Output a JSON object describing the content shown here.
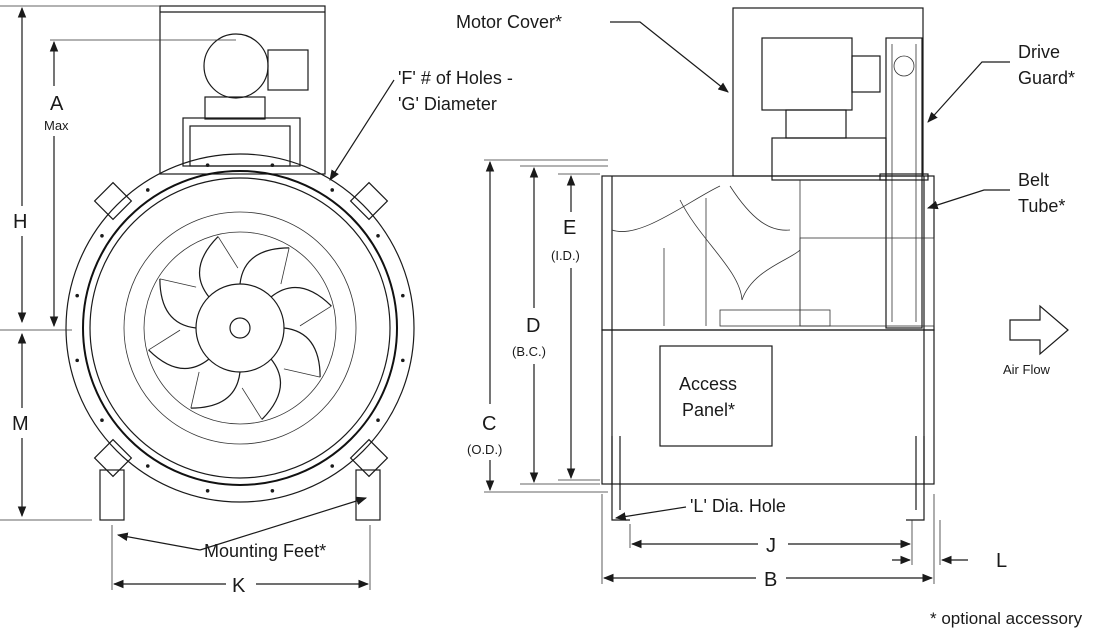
{
  "front_view": {
    "dim_a": "A",
    "dim_a_sub": "Max",
    "dim_h": "H",
    "dim_m": "M",
    "dim_k": "K",
    "holes_label_line1": "'F' # of Holes -",
    "holes_label_line2": "'G' Diameter",
    "mounting_feet": "Mounting Feet*"
  },
  "side_view": {
    "motor_cover": "Motor Cover*",
    "drive_guard_line1": "Drive",
    "drive_guard_line2": "Guard*",
    "belt_tube_line1": "Belt",
    "belt_tube_line2": "Tube*",
    "dim_e": "E",
    "dim_e_sub": "(I.D.)",
    "dim_d": "D",
    "dim_d_sub": "(B.C.)",
    "dim_c": "C",
    "dim_c_sub": "(O.D.)",
    "access_panel_line1": "Access",
    "access_panel_line2": "Panel*",
    "air_flow": "Air Flow",
    "l_hole": "'L' Dia. Hole",
    "dim_j": "J",
    "dim_b": "B",
    "dim_l": "L"
  },
  "footnote": "* optional accessory"
}
